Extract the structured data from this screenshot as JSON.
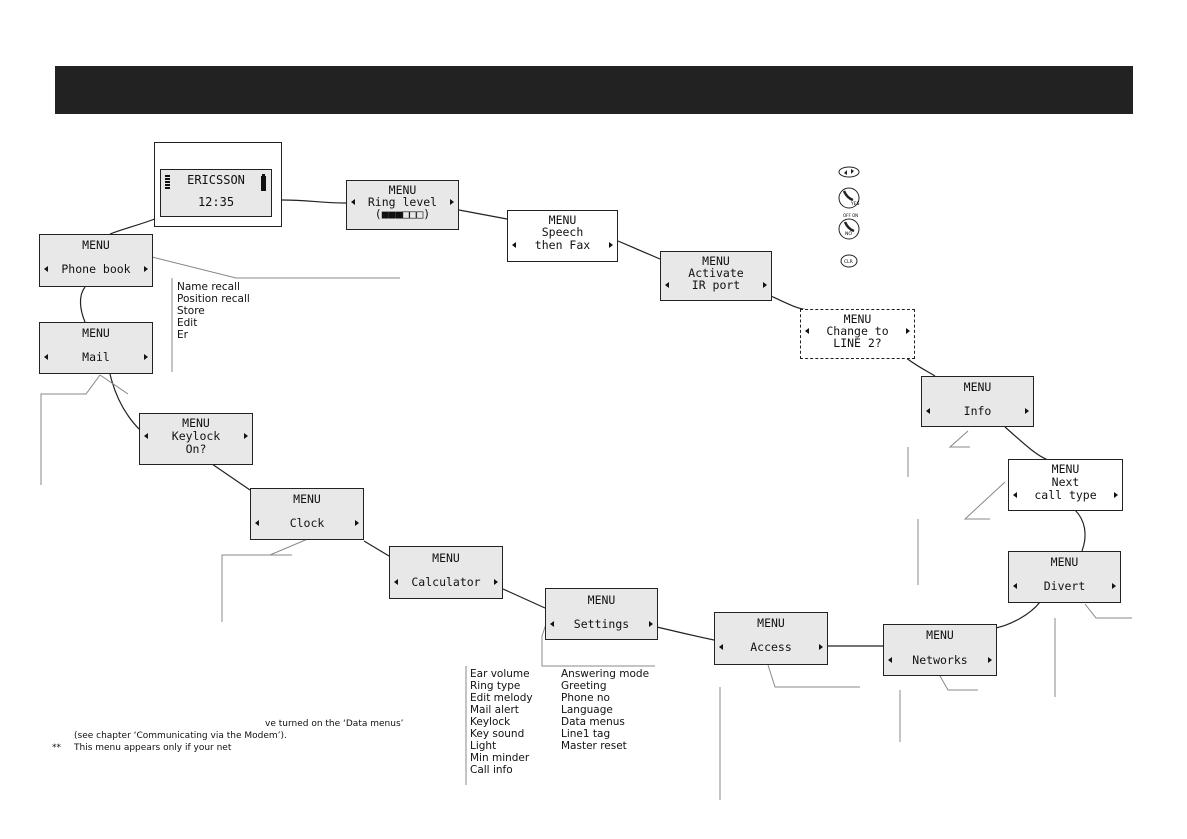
{
  "idle_screen": {
    "operator": "ERICSSON",
    "time": "12:35"
  },
  "menus": {
    "phone_book": [
      "MENU",
      "Phone book"
    ],
    "mail": [
      "MENU",
      "Mail"
    ],
    "keylock": [
      "MENU",
      "Keylock",
      "On?"
    ],
    "clock": [
      "MENU",
      "Clock"
    ],
    "calculator": [
      "MENU",
      "Calculator"
    ],
    "settings": [
      "MENU",
      "Settings"
    ],
    "access": [
      "MENU",
      "Access"
    ],
    "networks": [
      "MENU",
      "Networks"
    ],
    "divert": [
      "MENU",
      "Divert"
    ],
    "next_call": [
      "MENU",
      "Next",
      "call type"
    ],
    "info": [
      "MENU",
      "Info"
    ],
    "line2": [
      "MENU",
      "Change to",
      "LINE 2?"
    ],
    "ir_port": [
      "MENU",
      "Activate",
      "IR port"
    ],
    "speech_fax": [
      "MENU",
      "Speech",
      "then Fax"
    ],
    "ring_level": [
      "MENU",
      "Ring level",
      "(■■■□□□)"
    ]
  },
  "phone_book_items": [
    "Name recall",
    "Position recall",
    "Store",
    "Edit",
    "Er"
  ],
  "settings_items_col1": [
    "Ear volume",
    "Ring type",
    "Edit melody",
    "Mail alert",
    "Keylock",
    "Key sound",
    "Light",
    "Min minder",
    "Call info"
  ],
  "settings_items_col2": [
    "Answering mode",
    "Greeting",
    "Phone no",
    "Language",
    "Data menus",
    "Line1 tag",
    "Master reset"
  ],
  "footnotes": {
    "line1": "ve turned on the ‘Data menus’",
    "line2": "(see chapter ‘Communicating via the Modem’).",
    "star": "**",
    "line3": "This menu appears only if your net"
  },
  "keys": [
    {
      "icon": "arrow-keys-icon"
    },
    {
      "icon": "yes-key-icon",
      "label": "YES"
    },
    {
      "icon": "no-key-icon",
      "label": "NO",
      "sup": "OFF ON"
    },
    {
      "icon": "clr-key-icon",
      "label": "CLR"
    }
  ]
}
